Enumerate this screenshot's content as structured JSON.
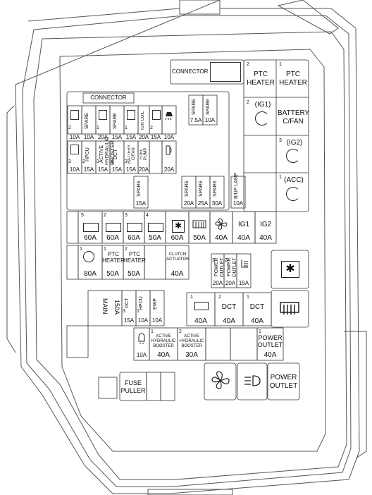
{
  "top_connector": "CONNECTOR",
  "small_connector": "CONNECTOR",
  "relays": {
    "ptc2": {
      "num": "2",
      "label": "PTC HEATER"
    },
    "ptc1": {
      "num": "1",
      "label": "PTC HEATER"
    },
    "ig1": {
      "num": "2",
      "label": "(IG1)"
    },
    "battery_fan": {
      "label": "BATTERY C/FAN"
    },
    "ig2": {
      "num": "3",
      "label": "(IG2)"
    },
    "acc": {
      "num": "1",
      "label": "(ACC)"
    }
  },
  "mini_fuses_row1": [
    {
      "num": "2",
      "label": "",
      "amp": "10A"
    },
    {
      "num": "",
      "label": "SPARE",
      "amp": "10A"
    },
    {
      "num": "1",
      "label": "",
      "amp": "20A"
    },
    {
      "num": "",
      "label": "SPARE",
      "amp": "15A"
    },
    {
      "num": "1",
      "label": "",
      "amp": "15A"
    },
    {
      "num": "",
      "label": "IGN COIL",
      "amp": "20A"
    },
    {
      "num": "2",
      "label": "",
      "amp": "15A"
    },
    {
      "num": "",
      "label": "",
      "amp": "10A"
    }
  ],
  "mini_fuses_row2": [
    {
      "num": "3",
      "label": "",
      "amp": "10A"
    },
    {
      "num": "2",
      "label": "HPCU",
      "amp": "15A"
    },
    {
      "num": "3",
      "label": "ACTIVE HYDRAULIC BOOSTER",
      "amp": "15A"
    },
    {
      "num": "4",
      "label": "DCT",
      "amp": "15A"
    },
    {
      "num": "3",
      "label": "BATTERY C/FAN",
      "amp": "15A"
    },
    {
      "num": "",
      "label": "FUEL PUMP",
      "amp": "20A"
    },
    {
      "num": "",
      "label": "",
      "amp": "20A"
    }
  ],
  "spare_top": [
    {
      "label": "SPARE",
      "amp": "7.5A"
    },
    {
      "label": "SPARE",
      "amp": "10A"
    }
  ],
  "spare_mid": [
    {
      "label": "SPARE",
      "amp": "15A"
    },
    {
      "label": "SPARE",
      "amp": "20A"
    },
    {
      "label": "SPARE",
      "amp": "25A"
    },
    {
      "label": "SPARE",
      "amp": "30A"
    },
    {
      "label": "B/UP LAMP",
      "amp": "10A"
    }
  ],
  "large_row1": [
    {
      "num": "5",
      "label": "",
      "amp": "60A"
    },
    {
      "num": "2",
      "label": "",
      "amp": "60A"
    },
    {
      "num": "3",
      "label": "",
      "amp": "60A"
    },
    {
      "num": "4",
      "label": "",
      "amp": "50A"
    },
    {
      "num": "",
      "label": "",
      "amp": "60A"
    },
    {
      "num": "",
      "label": "",
      "amp": "50A"
    },
    {
      "num": "",
      "label": "",
      "amp": "40A"
    },
    {
      "num": "",
      "label": "IG1",
      "amp": "40A"
    },
    {
      "num": "",
      "label": "IG2",
      "amp": "40A"
    }
  ],
  "large_row2": [
    {
      "num": "1",
      "label": "",
      "amp": "80A"
    },
    {
      "num": "1",
      "label": "PTC HEATER",
      "amp": "50A"
    },
    {
      "num": "2",
      "label": "PTC HEATER",
      "amp": "50A"
    },
    {
      "num": "",
      "label": "CLUTCH ACTUATOR",
      "amp": "40A"
    }
  ],
  "power_outlet_small": [
    {
      "num": "3",
      "label": "POWER OUTLET",
      "amp": "20A"
    },
    {
      "num": "2",
      "label": "POWER OUTLET",
      "amp": "20A"
    },
    {
      "num": "",
      "label": "",
      "amp": "15A"
    }
  ],
  "main_fuse": {
    "label": "MAIN",
    "amp": "150A"
  },
  "row3_small": [
    {
      "num": "3",
      "label": "DCT",
      "amp": "15A"
    },
    {
      "num": "1",
      "label": "HPCU",
      "amp": "10A"
    },
    {
      "num": "",
      "label": "EWP",
      "amp": "10A"
    }
  ],
  "row3_large": [
    {
      "num": "1",
      "label": "",
      "amp": "40A"
    },
    {
      "num": "2",
      "label": "DCT",
      "amp": "40A"
    },
    {
      "num": "1",
      "label": "DCT",
      "amp": "40A"
    }
  ],
  "row4": [
    {
      "num": "",
      "label": "",
      "amp": "10A"
    },
    {
      "num": "1",
      "label": "ACTIVE HYDRAULIC BOOSTER",
      "amp": "40A"
    },
    {
      "num": "2",
      "label": "ACTIVE HYDRAULIC BOOSTER",
      "amp": "30A"
    },
    {
      "num": "1",
      "label": "POWER OUTLET",
      "amp": "40A"
    }
  ],
  "bottom": {
    "fuse_puller": "FUSE PULLER",
    "power_outlet": "POWER OUTLET"
  }
}
